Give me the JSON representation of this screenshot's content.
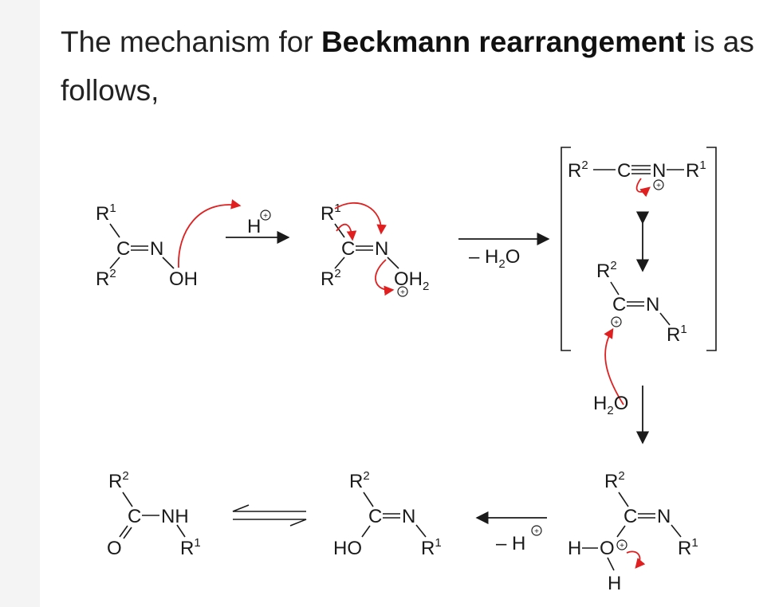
{
  "intro": {
    "prefix": "The mechanism for ",
    "bold": "Beckmann rearrangement",
    "suffix": " is as follows,"
  },
  "colors": {
    "electron_arrow": "#e02020",
    "text": "#1a1a1a"
  },
  "atoms": {
    "R": "R",
    "one": "1",
    "two": "2",
    "C": "C",
    "N": "N",
    "O": "O",
    "H": "H",
    "OH": "OH",
    "HO": "HO",
    "NH": "NH",
    "H2": "H",
    "sub2": "2"
  },
  "reagents": {
    "h_plus": "H",
    "minus_h2o_prefix": "– H",
    "minus_h2o_suffix": "O",
    "water_prefix": "H",
    "water_suffix": "O",
    "minus_h_plus": "– H"
  },
  "charges": {
    "plus": "+"
  }
}
